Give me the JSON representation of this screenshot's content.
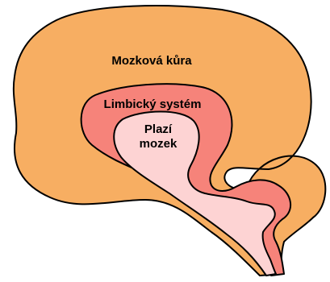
{
  "diagram": {
    "labels": {
      "cortex": "Mozková kůra",
      "limbic": "Limbický systém",
      "reptilian_line1": "Plazí",
      "reptilian_line2": "mozek"
    },
    "colors": {
      "cortex": "#f7ae62",
      "limbic": "#f6837a",
      "reptilian": "#fdd3d3",
      "outline": "#000000",
      "background": "#ffffff"
    }
  }
}
